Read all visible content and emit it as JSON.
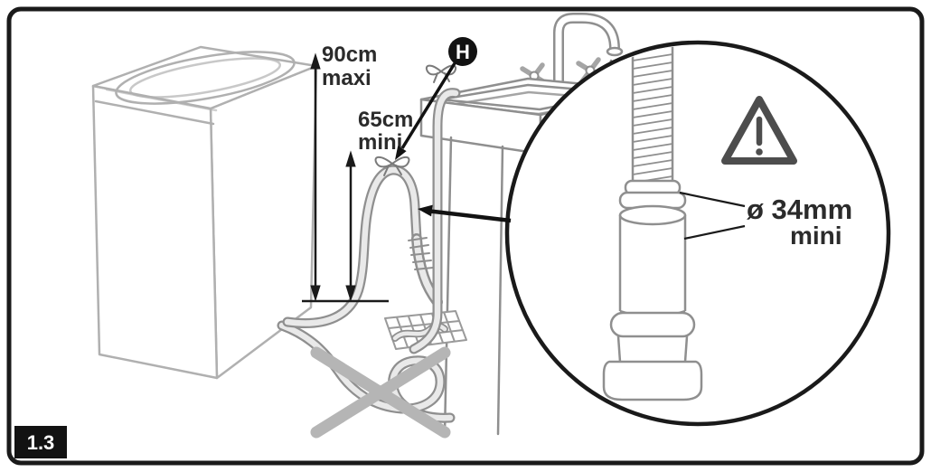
{
  "figure": {
    "number": "1.3",
    "callout": "H",
    "max_height": {
      "value": "90cm",
      "label": "maxi"
    },
    "min_height": {
      "value": "65cm",
      "label": "mini"
    },
    "standpipe_diameter": {
      "value": "ø 34mm",
      "label": "mini"
    },
    "colors": {
      "frame": "#1a1a1a",
      "badge_background": "#121212",
      "badge_text": "#ffffff",
      "annotation_text": "#2b2b2b",
      "machine_outline": "#b0b0b0",
      "fixture_outline": "#8f8f8f",
      "hose_fill": "#e9e9e9",
      "prohibition_cross": "#b5b5b5",
      "warning_icon": "#4d4d4d"
    },
    "icons": {
      "warning": "warning-triangle-icon",
      "callout_arrow": "callout-arrow-icon",
      "detail_arrow": "detail-pointer-arrow-icon",
      "prohibition": "prohibition-cross-icon"
    }
  }
}
